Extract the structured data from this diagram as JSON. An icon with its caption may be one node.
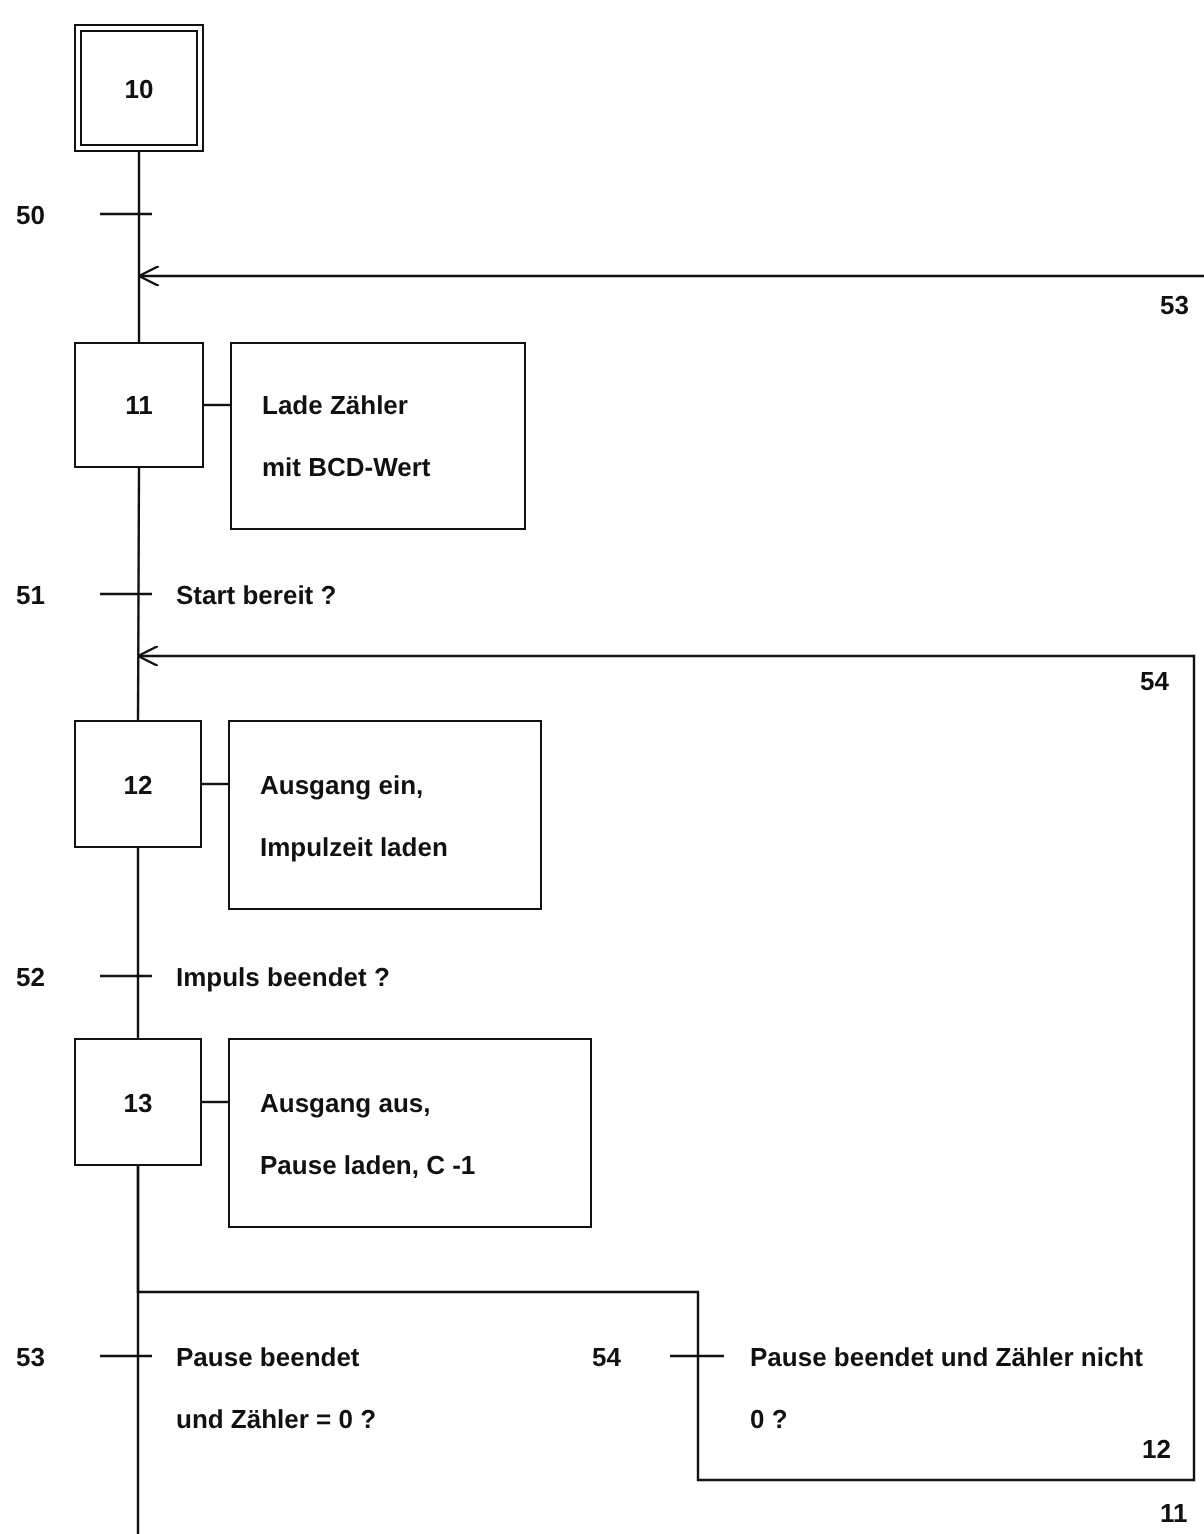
{
  "diagram": {
    "nodes": [
      {
        "text": [
          "10"
        ]
      },
      {
        "text": [
          "11"
        ]
      },
      {
        "text": [
          "Lade Zähler mit BCD-Wert"
        ]
      },
      {
        "text": [
          "12"
        ]
      },
      {
        "text": [
          "Ausgang ein, Impulzeit laden"
        ]
      },
      {
        "text": [
          "13"
        ]
      },
      {
        "text": [
          "Ausgang aus, Pause laden, C -1"
        ]
      }
    ],
    "edges": [
      {
        "from": 0,
        "to": 1,
        "arrow": "none"
      },
      {
        "from": 1,
        "to": 2,
        "arrow": "none"
      },
      {
        "from": 1,
        "to": 3,
        "arrow": "none"
      },
      {
        "from": 3,
        "to": 4,
        "arrow": "none"
      },
      {
        "from": 3,
        "to": 5,
        "arrow": "none"
      },
      {
        "from": 5,
        "to": 6,
        "arrow": "none"
      },
      {
        "from": null,
        "to": 1,
        "arrow": "to"
      },
      {
        "from": 5,
        "to": 3,
        "arrow": "to"
      },
      {
        "from": 5,
        "to": null,
        "arrow": "none"
      }
    ],
    "labels": [
      "50",
      "53",
      "51",
      "Start bereit ?",
      "54",
      "52",
      "Impuls beendet ?",
      "53",
      "Pause beendet und Zähler = 0 ?",
      "54",
      "Pause beendet und Zähler nicht 0 ?",
      "12",
      "11"
    ]
  }
}
